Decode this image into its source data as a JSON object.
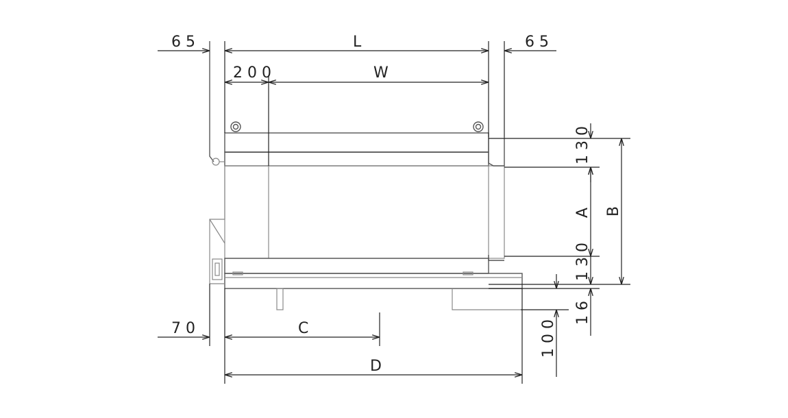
{
  "labels": {
    "left_offset_top": "6 5",
    "length": "L",
    "right_offset_top": "6 5",
    "inner_offset": "2 0 0",
    "width": "W",
    "top_band": "1 3 0",
    "height_a": "A",
    "height_b": "B",
    "bottom_band": "1 3 0",
    "base_thickness": "1 6",
    "leg_height": "1 0 0",
    "left_offset_bottom": "7 0",
    "dim_c": "C",
    "dim_d": "D"
  }
}
